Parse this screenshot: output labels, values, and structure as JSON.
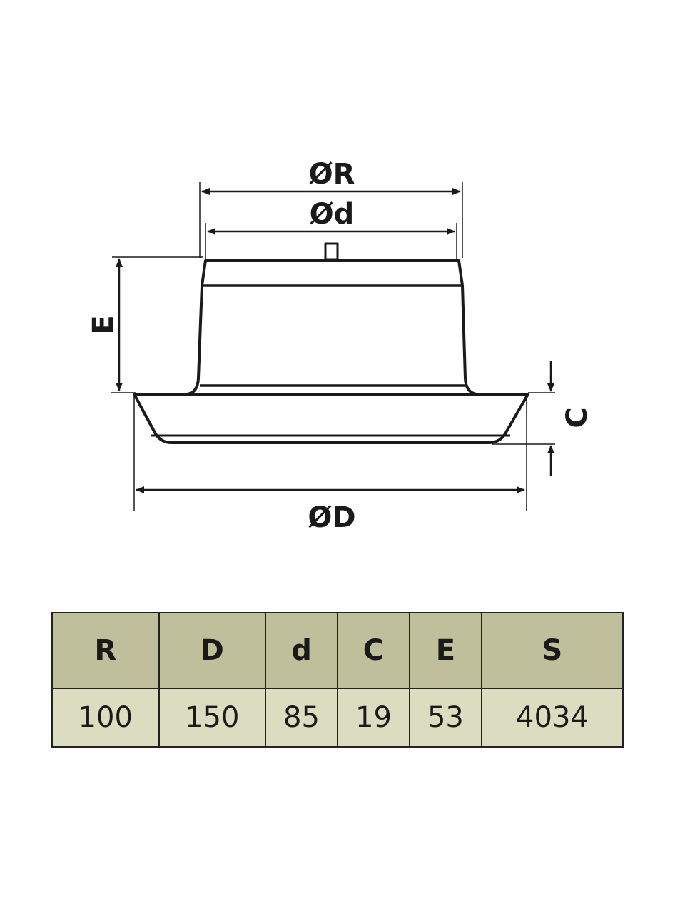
{
  "diagram": {
    "labels": {
      "R": "ØR",
      "d": "Ød",
      "D": "ØD",
      "E": "E",
      "C": "C"
    }
  },
  "table": {
    "headers": [
      "R",
      "D",
      "d",
      "C",
      "E",
      "S"
    ],
    "values": [
      "100",
      "150",
      "85",
      "19",
      "53",
      "4034"
    ]
  },
  "colors": {
    "header_bg": "#bfbf9c",
    "row_bg": "#dcdcc0",
    "line": "#1a1a1a"
  }
}
